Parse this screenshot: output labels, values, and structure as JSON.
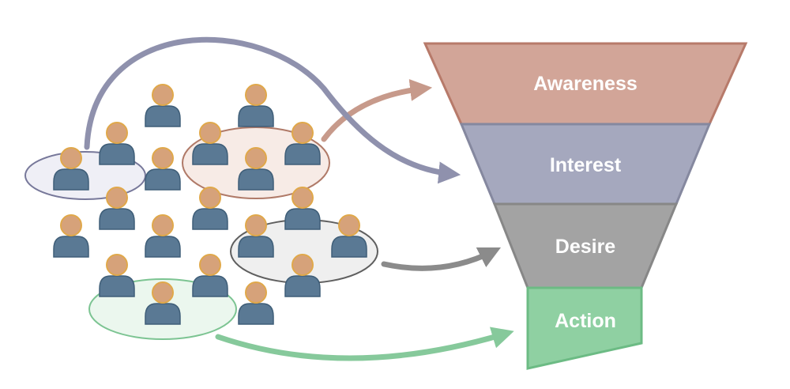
{
  "funnel": {
    "stages": [
      {
        "label": "Awareness",
        "color": "#d2a598",
        "edge": "#b77a6a"
      },
      {
        "label": "Interest",
        "color": "#a5a8be",
        "edge": "#85889f"
      },
      {
        "label": "Desire",
        "color": "#a3a3a3",
        "edge": "#878787"
      },
      {
        "label": "Action",
        "color": "#8fd0a2",
        "edge": "#6cbb84"
      }
    ]
  },
  "people": {
    "skin": "#d6a27a",
    "skin_outline": "#e0a84a",
    "body": "#5a7994",
    "body_outline": "#3f5e78"
  },
  "groups": [
    {
      "name": "awareness-group",
      "fill": "#f7ebe6",
      "stroke": "#b07a68",
      "arrow": "#c79a8b",
      "target": "Awareness"
    },
    {
      "name": "interest-group",
      "fill": "#efeff6",
      "stroke": "#77789a",
      "arrow": "#8f91ad",
      "target": "Interest"
    },
    {
      "name": "desire-group",
      "fill": "#efefef",
      "stroke": "#5f5f5f",
      "arrow": "#8b8b8b",
      "target": "Desire"
    },
    {
      "name": "action-group",
      "fill": "#ebf7ee",
      "stroke": "#7cc492",
      "arrow": "#86c99b",
      "target": "Action"
    }
  ]
}
